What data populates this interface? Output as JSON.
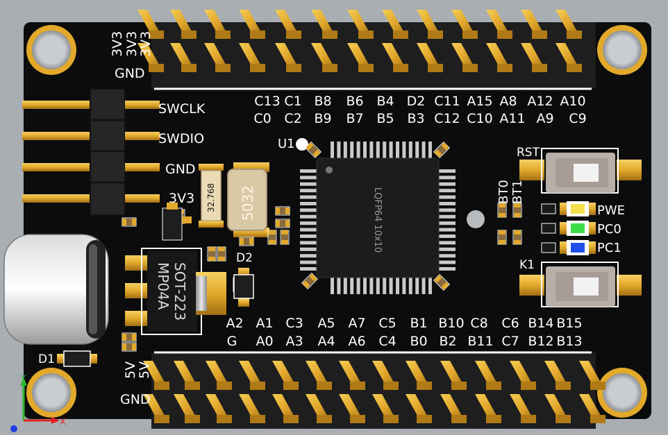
{
  "colors": {
    "background": "#a9aeb3",
    "board": "#0c0c0c",
    "silkscreen": "#ffffff",
    "gold": "#e2a92b",
    "pin_header_plastic": "#262626",
    "chip": "#1b1b1b",
    "led_yellow": "#f3e04a",
    "led_green": "#3fdc4a",
    "led_blue": "#1f4fe8"
  },
  "power_labels": {
    "top_left": [
      "3V3",
      "3V3",
      "3V3",
      "GND"
    ],
    "bottom_left": [
      "5V",
      "5V",
      "GND"
    ]
  },
  "top_header": {
    "upper_row": [
      "C13",
      "C1",
      "B8",
      "B6",
      "B4",
      "D2",
      "C11",
      "A15",
      "A8",
      "A12",
      "A10"
    ],
    "lower_row": [
      "C0",
      "C2",
      "B9",
      "B7",
      "B5",
      "B3",
      "C12",
      "C10",
      "A11",
      "A9",
      "C9"
    ]
  },
  "bottom_header": {
    "upper_row": [
      "A2",
      "A1",
      "C3",
      "A5",
      "A7",
      "C5",
      "B1",
      "B10",
      "C8",
      "C6",
      "B14",
      "B15"
    ],
    "lower_row": [
      "G",
      "A0",
      "A3",
      "A4",
      "A6",
      "C4",
      "B0",
      "B2",
      "B11",
      "C7",
      "B12",
      "B13"
    ]
  },
  "swd_header": {
    "pins": [
      "SWCLK",
      "SWDIO",
      "GND",
      "3V3"
    ]
  },
  "chip": {
    "designator": "U1",
    "package_label": "LQFP64 10x10"
  },
  "crystals": {
    "small": "32.768",
    "large": "5032"
  },
  "regulator": {
    "line1": "SOT-223",
    "line2": "MP04A"
  },
  "diodes": {
    "d1": "D1",
    "d2": "D2"
  },
  "boot": {
    "bt0": "BT0",
    "bt1": "BT1"
  },
  "buttons": {
    "reset": "RST",
    "user": "K1"
  },
  "leds": [
    {
      "label": "PWE",
      "color": "yellow"
    },
    {
      "label": "PC0",
      "color": "green"
    },
    {
      "label": "PC1",
      "color": "blue"
    }
  ],
  "axes": {
    "x": "X",
    "y": "Y"
  }
}
